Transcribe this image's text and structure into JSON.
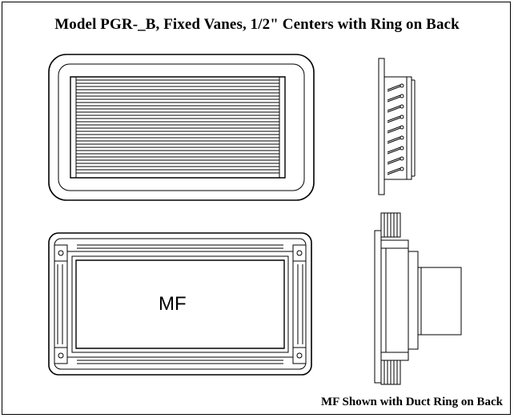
{
  "title": "Model PGR-_B, Fixed Vanes, 1/2\" Centers with Ring on Back",
  "views": {
    "back_label": "MF",
    "footer_note": "MF Shown with Duct Ring on Back"
  },
  "colors": {
    "line": "#000000",
    "background": "#ffffff"
  }
}
